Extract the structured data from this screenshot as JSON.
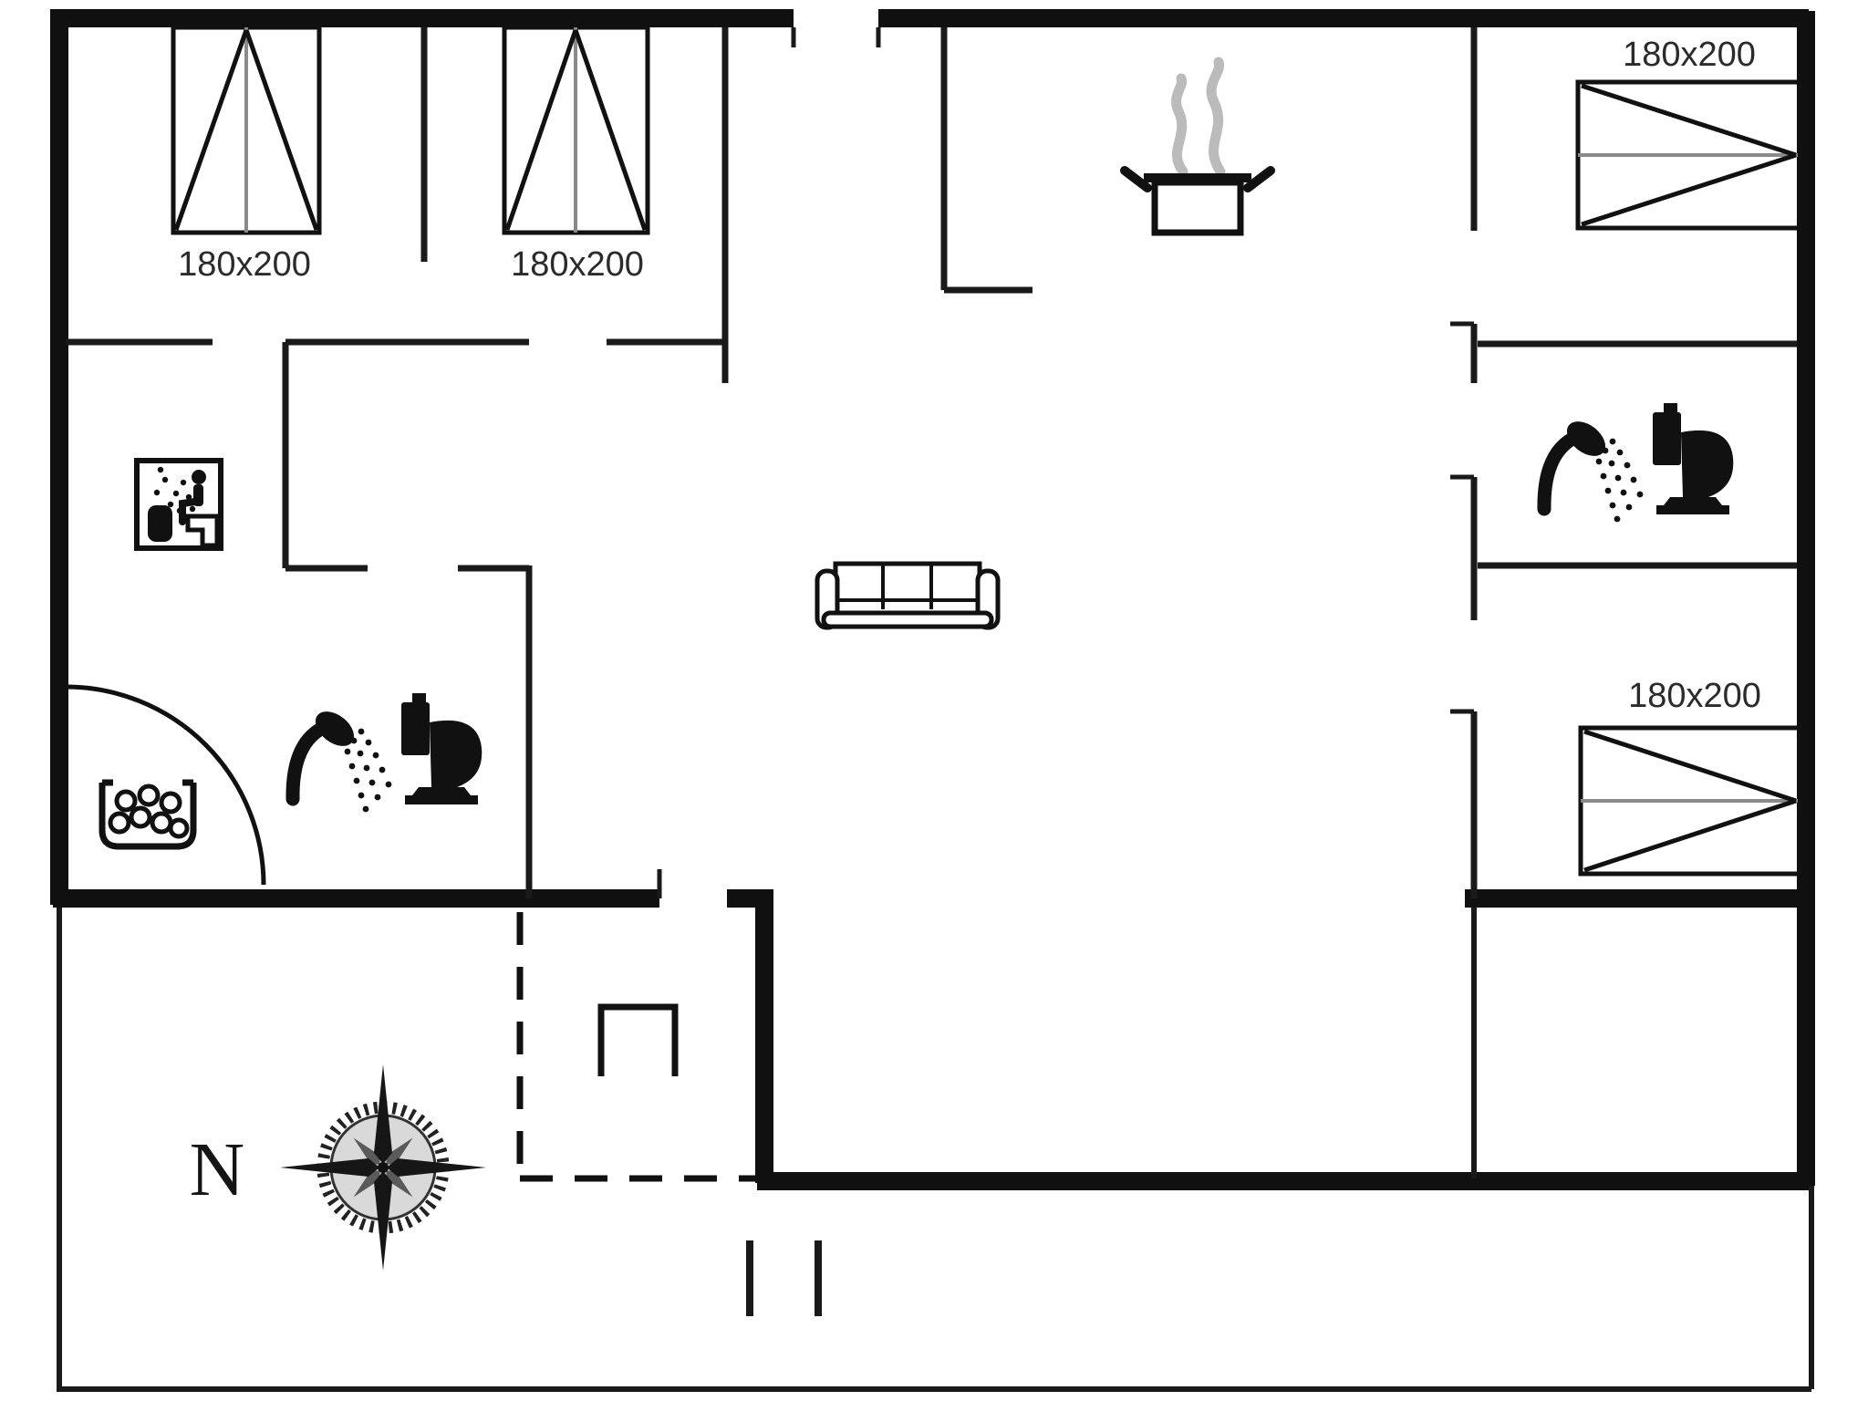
{
  "page": {
    "background": "#ffffff",
    "type": "floor-plan"
  },
  "palette": {
    "wall": "#101010",
    "thin_wall": "#1a1a1a",
    "bed_divider": "#8a8a8a",
    "steam": "#bbbbbb",
    "text": "#2b2b2b",
    "compass_disk": "#d9d9d9",
    "compass_diagonal": "#5a5a5a"
  },
  "labels": {
    "bed_top_left": "180x200",
    "bed_top_center": "180x200",
    "bed_top_right": "180x200",
    "bed_bottom_right": "180x200",
    "compass_north": "N"
  },
  "beds": [
    {
      "id": "bed-top-left",
      "size_label": "180x200"
    },
    {
      "id": "bed-top-center",
      "size_label": "180x200"
    },
    {
      "id": "bed-top-right",
      "size_label": "180x200"
    },
    {
      "id": "bed-bottom-right",
      "size_label": "180x200"
    }
  ],
  "icons": [
    "sauna-icon",
    "whirlpool-tub-icon",
    "shower-icon",
    "toilet-icon",
    "cooking-pot-icon",
    "steam-icon",
    "sofa-icon",
    "grill-icon",
    "compass-rose-icon"
  ]
}
